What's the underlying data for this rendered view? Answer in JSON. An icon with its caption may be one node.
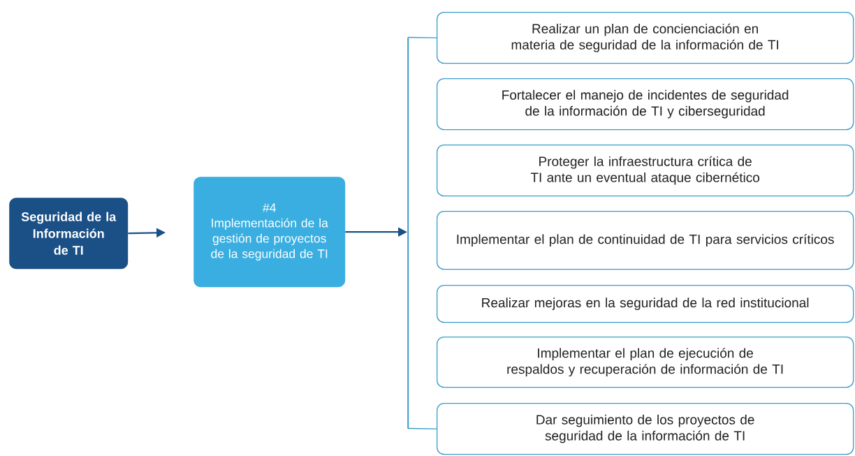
{
  "diagram": {
    "nodes": [
      {
        "text": [
          "Seguridad de la Información de TI"
        ]
      },
      {
        "text": [
          "#4",
          "Implementación de la gestión de proyectos de la seguridad de TI"
        ]
      },
      {
        "text": [],
        "shape": "bar"
      },
      {
        "text": [
          "Realizar un plan de concienciación en materia de seguridad de la información de TI"
        ]
      },
      {
        "text": [
          "Fortalecer el manejo de incidentes de seguridad de la información de TI y ciberseguridad"
        ]
      },
      {
        "text": [
          "Proteger la infraestructura crítica de TI ante un eventual ataque cibernético"
        ]
      },
      {
        "text": [
          "Implementar el plan de continuidad de TI para servicios críticos"
        ]
      },
      {
        "text": [
          "Realizar mejoras en la seguridad de la red institucional"
        ]
      },
      {
        "text": [
          "Implementar el plan de ejecución de respaldos y recuperación de información de TI"
        ]
      },
      {
        "text": [
          "Dar seguimiento de los proyectos de seguridad de la información de TI"
        ]
      }
    ],
    "edges": [
      {
        "from": 0,
        "to": 1,
        "arrow": "to"
      },
      {
        "from": 1,
        "to": 2,
        "arrow": "to"
      },
      {
        "from": 2,
        "to": 3,
        "arrow": "none"
      },
      {
        "from": 2,
        "to": 9,
        "arrow": "none"
      }
    ]
  }
}
